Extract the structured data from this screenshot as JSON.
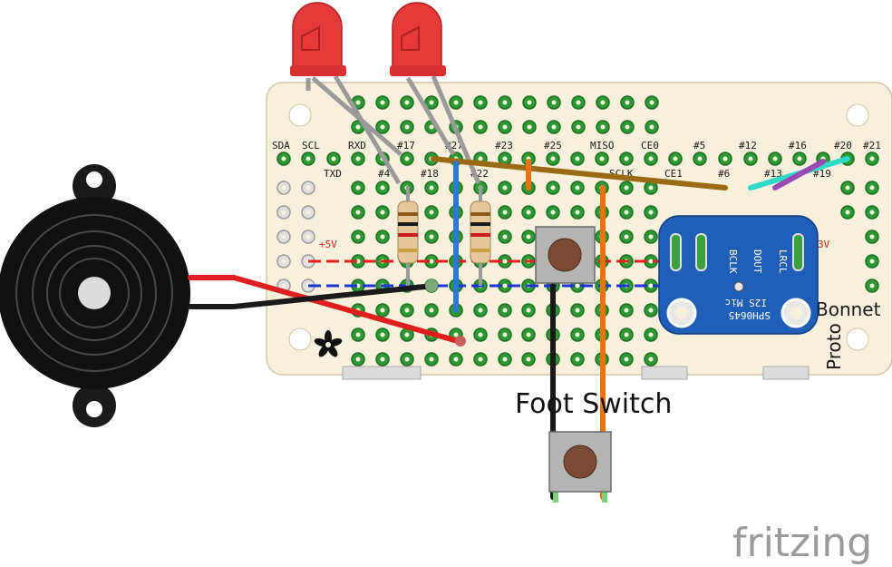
{
  "board": {
    "top_labels": [
      "SDA",
      "SCL",
      "RXD",
      "#17",
      "#27",
      "#23",
      "#25",
      "MISO",
      "CE0",
      "#5",
      "#12",
      "#16",
      "#20",
      "#21"
    ],
    "second_labels": [
      "TXD",
      "#4",
      "#18",
      "#22",
      "SCLK",
      "CE1",
      "#6",
      "#13",
      "#19"
    ],
    "rail_plus_label": "+5V",
    "rail_right_label": "3V",
    "side_labels": [
      "Bonnet",
      "Proto"
    ]
  },
  "mic": {
    "pins": [
      "BCLK",
      "DOUT",
      "LRCL"
    ],
    "name_lines": [
      "SPH0645",
      "I2S Mic"
    ]
  },
  "caption": "Foot Switch",
  "brand": "fritzing",
  "colors": {
    "board": "#f6f0dc",
    "pad_green": "#2e9a34",
    "mic_blue": "#1f5fb8",
    "rail_red": "#e02020",
    "rail_blue": "#1d33d6",
    "wire_brown": "#9a6a14",
    "wire_orange": "#e87410",
    "wire_blue": "#2c7ad0",
    "wire_teal": "#32d8c8",
    "wire_purple": "#9a4ab0",
    "led_red": "#e43a3a"
  },
  "icons": [
    "piezo-buzzer-icon",
    "led-icon",
    "resistor-icon",
    "pushbutton-icon",
    "adafruit-flower-icon"
  ]
}
